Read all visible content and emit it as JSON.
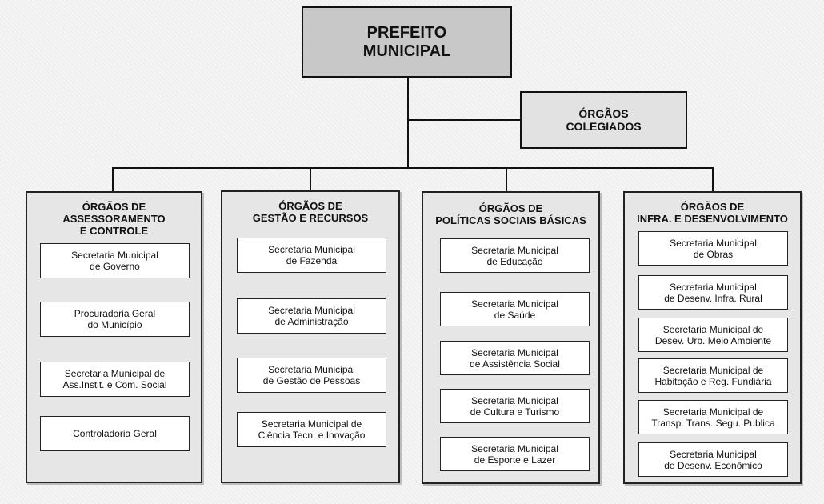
{
  "prefeito": {
    "label": "PREFEITO\nMUNICIPAL"
  },
  "colegiados": {
    "label": "ÓRGÃOS\nCOLEGIADOS"
  },
  "groups": [
    {
      "title": "ÓRGÃOS DE\nASSESSORAMENTO\nE CONTROLE",
      "items": [
        "Secretaria Municipal\nde Governo",
        "Procuradoria Geral\ndo Município",
        "Secretaria Municipal de\nAss.Instit. e Com. Social",
        "Controladoria Geral"
      ]
    },
    {
      "title": "ÓRGÃOS DE\nGESTÃO E RECURSOS",
      "items": [
        "Secretaria Municipal\nde Fazenda",
        "Secretaria Municipal\nde Administração",
        "Secretaria Municipal\nde Gestão de Pessoas",
        "Secretaria Municipal de\nCiência Tecn. e Inovação"
      ]
    },
    {
      "title": "ÓRGÃOS DE\nPOLÍTICAS SOCIAIS BÁSICAS",
      "items": [
        "Secretaria Municipal\nde Educação",
        "Secretaria Municipal\nde Saúde",
        "Secretaria Municipal\nde Assistência Social",
        "Secretaria Municipal\nde Cultura e Turismo",
        "Secretaria Municipal\nde Esporte e Lazer"
      ]
    },
    {
      "title": "ÓRGÃOS DE\nINFRA. E DESENVOLVIMENTO",
      "items": [
        "Secretaria Municipal\nde Obras",
        "Secretaria Municipal\nde Desenv. Infra. Rural",
        "Secretaria Municipal de\nDesev. Urb. Meio Ambiente",
        "Secretaria Municipal de\nHabitação e Reg. Fundiária",
        "Secretaria Municipal de\nTransp. Trans. Segu. Publica",
        "Secretaria Municipal\nde Desenv. Econômico"
      ]
    }
  ]
}
